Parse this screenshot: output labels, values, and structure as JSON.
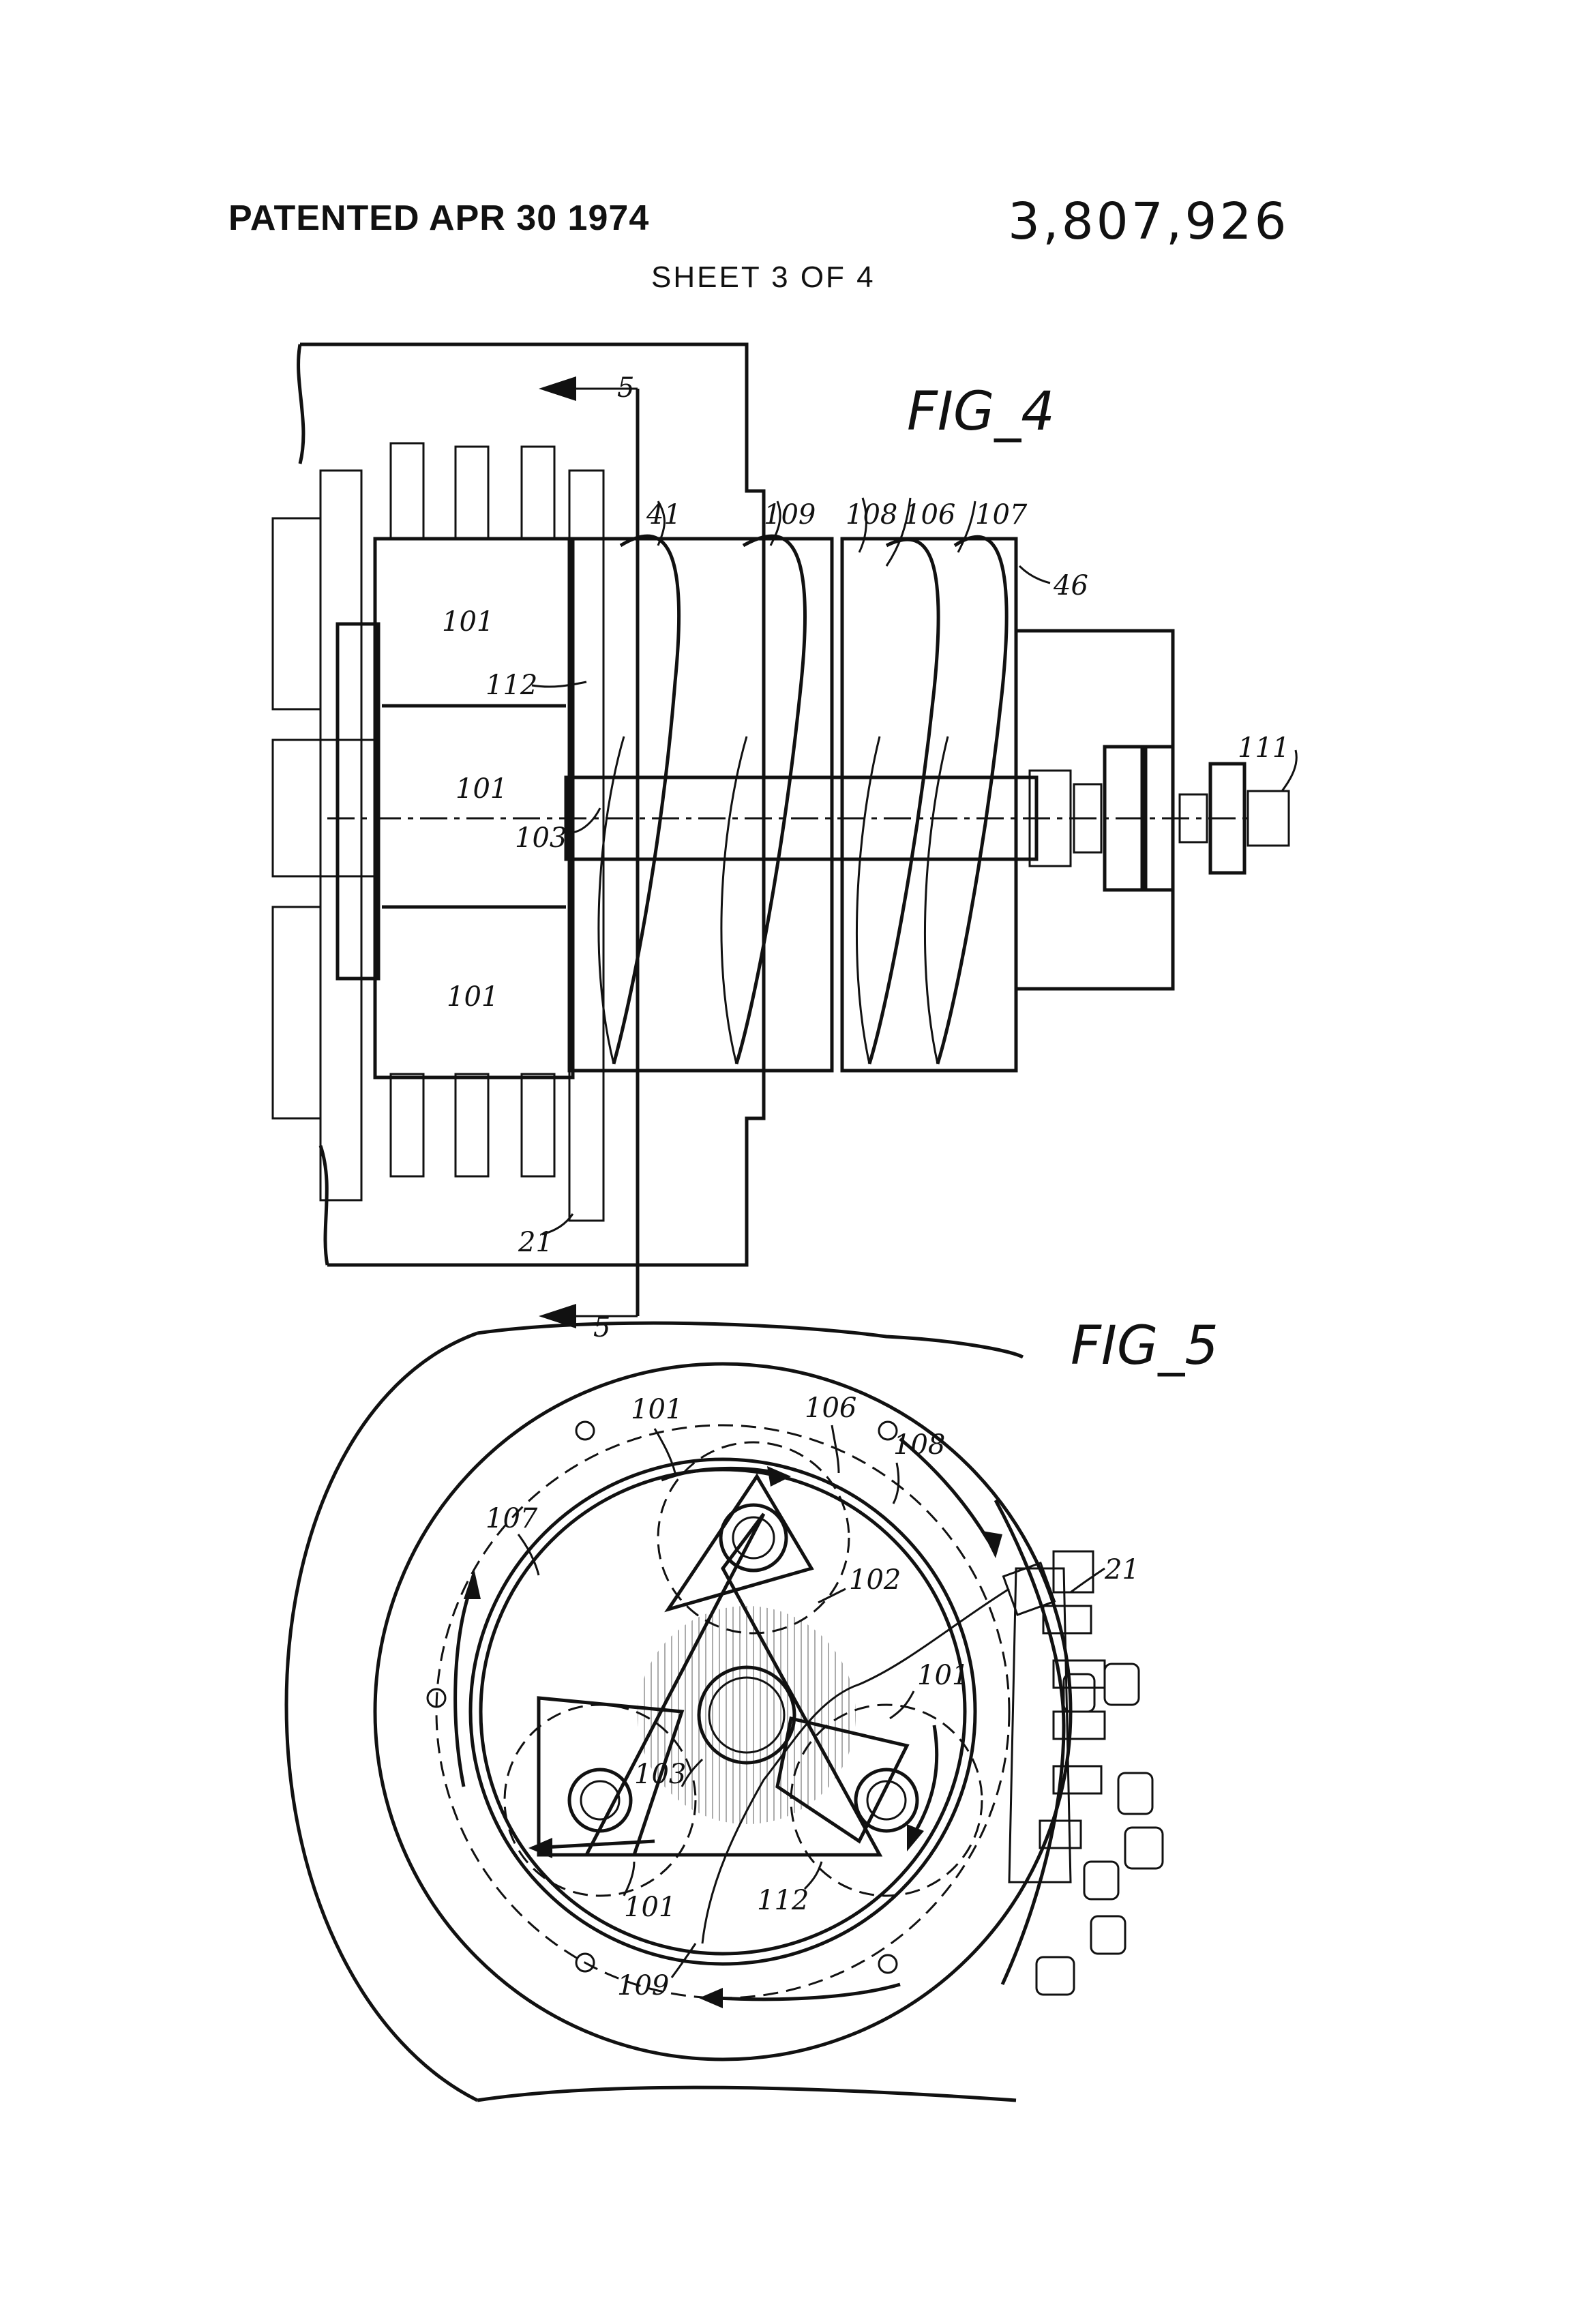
{
  "header": {
    "patented": "PATENTED APR 30 1974",
    "patent_number": "3,807,926",
    "sheet": "SHEET 3 OF 4"
  },
  "fig4": {
    "title": "FIG_4",
    "section_marks": [
      "5",
      "5"
    ],
    "labels": [
      "41",
      "109",
      "108",
      "106",
      "107",
      "46",
      "101",
      "112",
      "101",
      "103",
      "101",
      "111",
      "21"
    ]
  },
  "fig5": {
    "title": "FIG_5",
    "labels": [
      "101",
      "106",
      "108",
      "107",
      "102",
      "21",
      "101",
      "103",
      "112",
      "101",
      "109"
    ]
  }
}
